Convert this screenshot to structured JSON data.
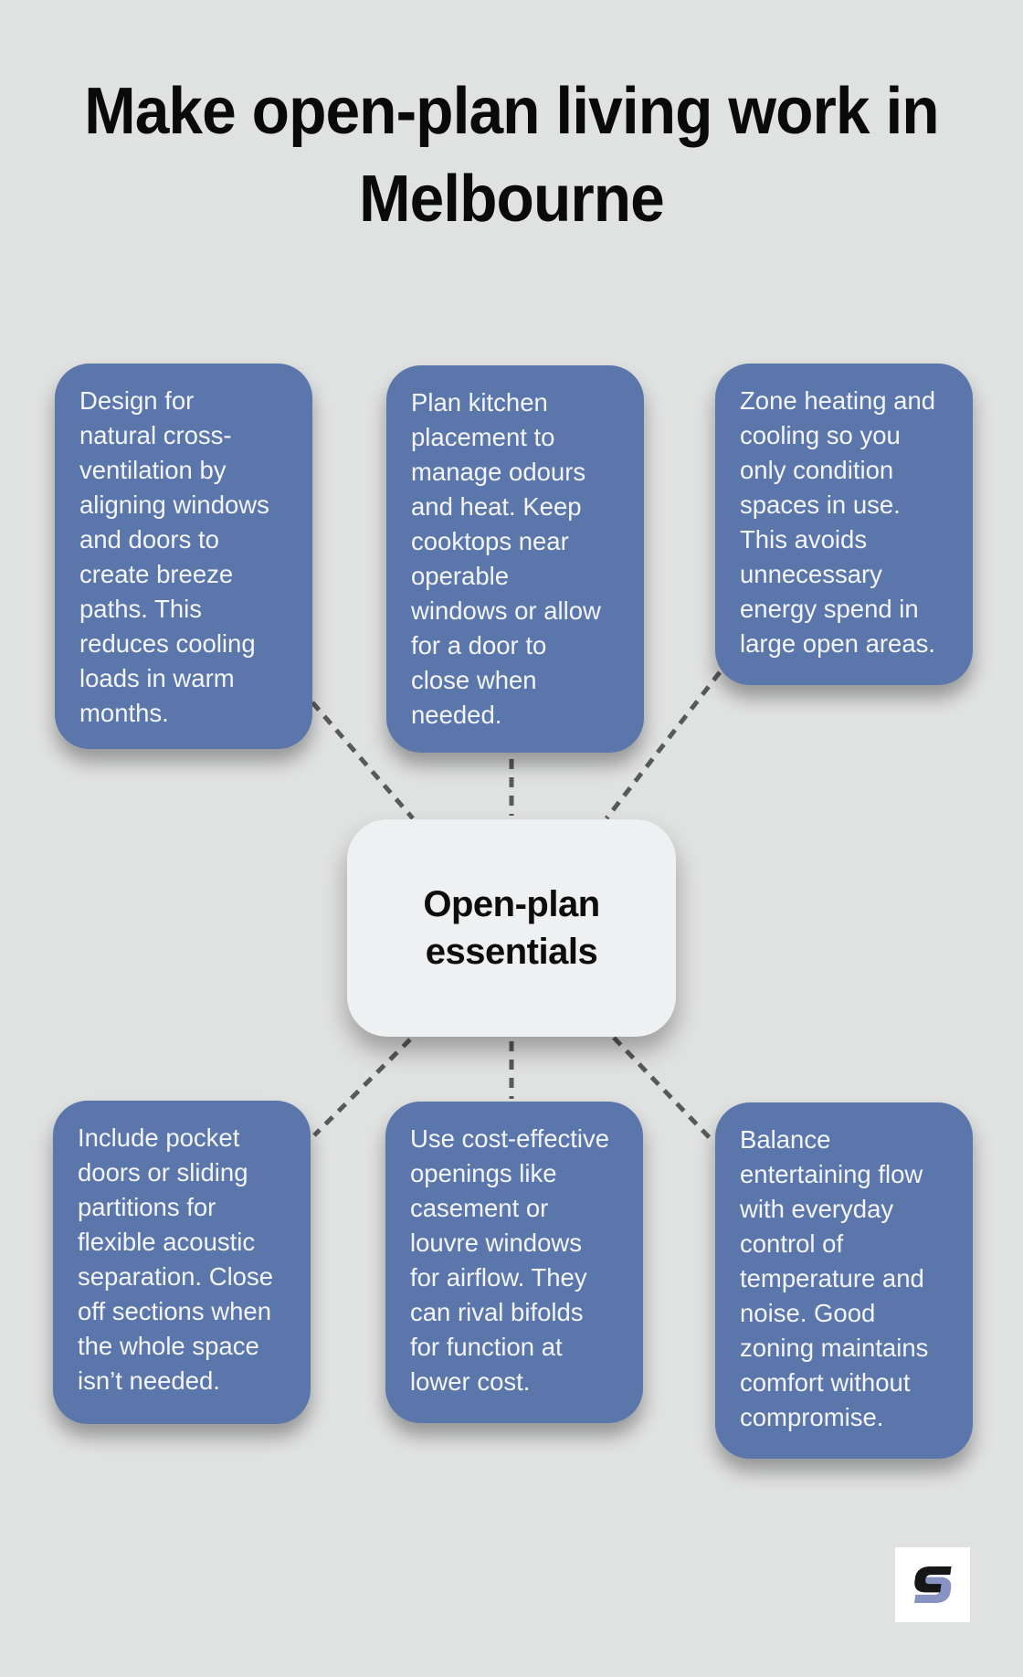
{
  "title": "Make open-plan living work in Melbourne",
  "center": {
    "label": "Open-plan\nessentials"
  },
  "nodes": [
    {
      "id": "cross-ventilation",
      "text": "Design for\nnatural cross-\nventilation by\naligning windows\nand doors to\ncreate breeze\npaths. This\nreduces cooling\nloads in warm\nmonths."
    },
    {
      "id": "kitchen-placement",
      "text": "Plan kitchen\nplacement to\nmanage odours\nand heat. Keep\ncooktops near\noperable\nwindows or allow\nfor a door to\nclose when\nneeded."
    },
    {
      "id": "zoned-heating-cooling",
      "text": "Zone heating and\ncooling so you\nonly condition\nspaces in use.\nThis avoids\nunnecessary\nenergy spend in\nlarge open areas."
    },
    {
      "id": "pocket-doors",
      "text": "Include pocket\ndoors or sliding\npartitions for\nflexible acoustic\nseparation. Close\noff sections when\nthe whole space\nisn’t needed."
    },
    {
      "id": "cost-effective-openings",
      "text": "Use cost-effective\nopenings like\ncasement or\nlouvre windows\nfor airflow. They\ncan rival bifolds\nfor function at\nlower cost."
    },
    {
      "id": "balance-comfort",
      "text": "Balance\nentertaining flow\nwith everyday\ncontrol of\ntemperature and\nnoise. Good\nzoning maintains\ncomfort without\ncompromise."
    }
  ],
  "colors": {
    "background": "#e0e1e1",
    "node_fill": "#5b76ab",
    "node_text": "#f3f5f9",
    "center_fill": "#eef0f2",
    "center_text": "#0d0d0d",
    "connector": "#58595a",
    "title_text": "#0a0a0a",
    "logo_background": "#ffffff",
    "logo_dark": "#161616",
    "logo_blue": "#8793c3"
  }
}
